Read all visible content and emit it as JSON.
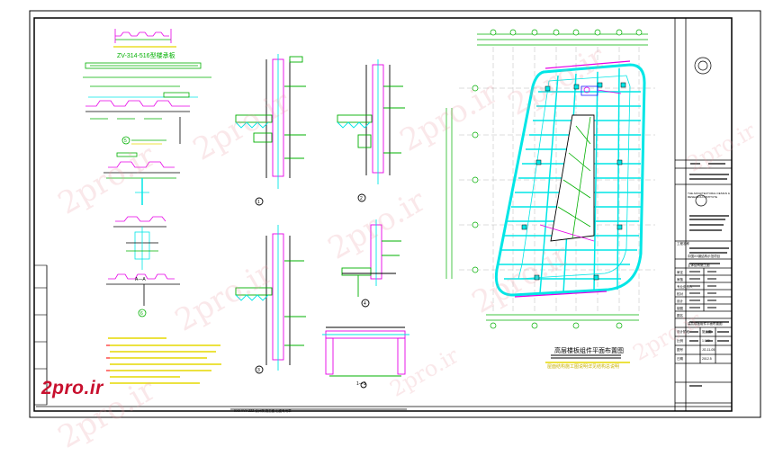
{
  "brand": {
    "logo_text": "2pro.ir",
    "watermark_text": "2pro.ir",
    "logo_color": "#c8102e"
  },
  "colors": {
    "frame": "#000000",
    "cyan": "#00e6e6",
    "magenta": "#e600e6",
    "green": "#00b000",
    "yellow": "#e6d800",
    "red": "#ff2020",
    "blue": "#2020ff",
    "grid_dim": "#b8b8b8"
  },
  "detail_labels": {
    "top_deck": "ZV-314-516型楼承板",
    "section_a": "A—A",
    "section_1": "1—1",
    "marker_1": "1",
    "marker_2": "2",
    "marker_3": "3",
    "marker_4": "4",
    "marker_5": "5",
    "marker_6": "6",
    "marker_a": "A"
  },
  "plan": {
    "title": "高层楼板组件平面布置图",
    "subtitle": "屋面结构施工图说明详见结构总说明"
  },
  "title_block": {
    "company_en_1": "THE ARCHITECTURAL DESIGN &",
    "company_en_2": "RESEARCH INSTITUTE",
    "project_label": "工程名称",
    "project_name_1": "中国XX钢结构示范项目",
    "project_name_2": "主体结构施工图",
    "drawing_label": "图名",
    "drawing_name": "高层楼板组件平面布置图",
    "stage_label": "设计阶段",
    "stage_value": "施工图",
    "scale_label": "比例",
    "scale_value": "1:100",
    "number_label": "图号",
    "number_value": "JG-11-05",
    "date_label": "日期",
    "date_value": "2012.5",
    "roles": [
      "审定",
      "审核",
      "专业负责人",
      "校对",
      "设计",
      "制图"
    ]
  },
  "notes_lines": 7,
  "bottom_strip": "XXX YYY ZZZ 设计院 施工图 出图专用章"
}
